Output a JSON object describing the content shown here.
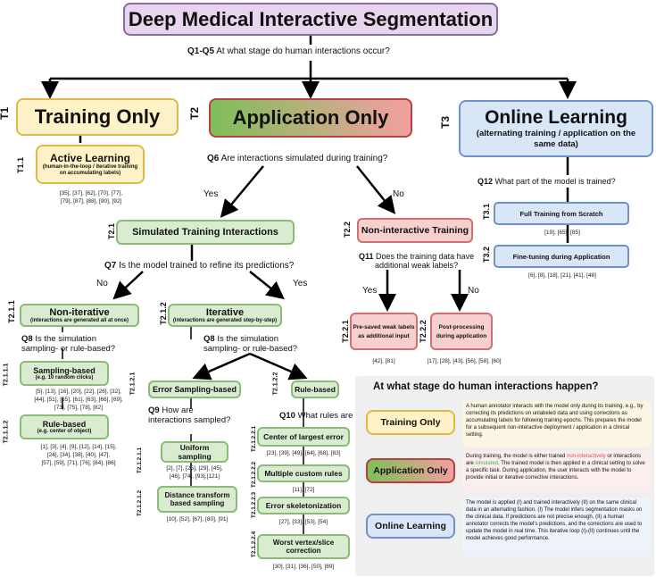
{
  "title": "Deep Medical Interactive Segmentation",
  "questions": {
    "q1": {
      "id": "Q1-Q5",
      "text": "At what stage do human interactions occur?"
    },
    "q6": {
      "id": "Q6",
      "text": "Are interactions simulated during training?"
    },
    "q7": {
      "id": "Q7",
      "text": "Is the model trained to refine its predictions?"
    },
    "q8a": {
      "id": "Q8",
      "line1": "Is the simulation",
      "line2": "sampling- or rule-based?"
    },
    "q8b": {
      "id": "Q8",
      "line1": "Is the simulation",
      "line2": "sampling- or rule-based?"
    },
    "q9": {
      "id": "Q9",
      "line1": "How are",
      "line2": "interactions sampled?"
    },
    "q10": {
      "id": "Q10",
      "text": "What rules are used?"
    },
    "q11": {
      "id": "Q11",
      "line1": "Does the training data have",
      "line2": "additional weak labels?"
    },
    "q12": {
      "id": "Q12",
      "text": "What part of the model is trained?"
    }
  },
  "answers": {
    "yes1": "Yes",
    "no1": "No",
    "no2": "No",
    "yes2": "Yes",
    "yes3": "Yes",
    "no3": "No"
  },
  "tiers": {
    "t1": {
      "id": "T1",
      "label": "Training Only"
    },
    "t2": {
      "id": "T2",
      "label": "Application Only"
    },
    "t3": {
      "id": "T3",
      "label": "Online Learning",
      "sub": "(alternating training / application on the same data)"
    },
    "t11": {
      "id": "T1.1",
      "label": "Active Learning",
      "sub": "(human-in-the-loop / iterative training on accumulating labels)",
      "refs1": "[35], [37], [62], [70], [77],",
      "refs2": "[79], [87], [88], [90], [92]"
    },
    "t21": {
      "id": "T2.1",
      "label": "Simulated Training Interactions"
    },
    "t22": {
      "id": "T2.2",
      "label": "Non-interactive Training"
    },
    "t31": {
      "id": "T3.1",
      "label": "Full Training from Scratch",
      "refs": "[19], [65], [85]"
    },
    "t32": {
      "id": "T3.2",
      "label": "Fine-tuning during Application",
      "refs": "[6], [8], [18], [21], [41], [48]"
    },
    "t211": {
      "id": "T2.1.1",
      "label": "Non-iterative",
      "sub": "(interactions are generated all at once)"
    },
    "t212": {
      "id": "T2.1.2",
      "label": "Iterative",
      "sub": "(interactions are generated step-by-step)"
    },
    "t2111": {
      "id": "T2.1.1.1",
      "label": "Sampling-based",
      "sub": "(e.g. 10 random clicks)",
      "refs": [
        "[5], [13], [16], [20], [22], [26], [32],",
        "[44], [51], [55], [61], [63], [66], [69],",
        "[73], [75], [78], [82]"
      ]
    },
    "t2112": {
      "id": "T2.1.1.2",
      "label": "Rule-based",
      "sub": "(e.g. center of object)",
      "refs": [
        "[1], [3], [4], [9], [12], [14], [15],",
        "[24], [34], [38], [40], [47],",
        "[57], [59], [71], [76], [84], [86]"
      ]
    },
    "t2121": {
      "id": "T2.1.2.1",
      "label": "Error Sampling-based"
    },
    "t2122": {
      "id": "T2.1.2.2",
      "label": "Rule-based"
    },
    "t21211": {
      "id": "T2.1.2.1.1",
      "label": "Uniform sampling",
      "refs": [
        "[2], [7], [25], [29], [45],",
        "[46], [74], [93],[121]"
      ]
    },
    "t21212": {
      "id": "T2.1.2.1.2",
      "label": "Distance transform based sampling",
      "l1": "Distance transform",
      "l2": "based sampling",
      "refs": [
        "[10], [52], [67], [80], [91]"
      ]
    },
    "t21221": {
      "id": "T2.1.2.2.1",
      "label": "Center of largest error",
      "refs": [
        "[23], [39], [49], [64], [68], [83]"
      ]
    },
    "t21222": {
      "id": "T2.1.2.2.2",
      "label": "Multiple custom rules",
      "refs": [
        "[11], [72]"
      ]
    },
    "t21223": {
      "id": "T2.1.2.2.3",
      "label": "Error skeletonization",
      "refs": [
        "[27], [33], [53], [54]"
      ]
    },
    "t21224": {
      "id": "T2.1.2.2.4",
      "l1": "Worst vertex/slice",
      "l2": "correction",
      "refs": [
        "[30], [31], [36], [50], [89]"
      ]
    },
    "t221": {
      "id": "T2.2.1",
      "l1": "Pre-saved weak labels",
      "l2": "as additional input",
      "refs": "[42], [81]"
    },
    "t222": {
      "id": "T2.2.2",
      "l1": "Post-processing",
      "l2": "during application",
      "refs": "[17], [28], [43], [56], [58], [60]"
    }
  },
  "legend": {
    "heading": "At what stage do human interactions happen?",
    "items": [
      {
        "label": "Training Only",
        "desc": "A human annotator interacts with the model only during its training, e.g., by correcting its predictions on unlabeled data and using corrections as accumulating labels for following training epochs. This prepares the model for a subsequent non-interactive deployment / application in a clinical setting."
      },
      {
        "label": "Application Only",
        "desc_a": "During training, the model is either trained ",
        "hl1": "non-interactively",
        "desc_b": " or interactions are ",
        "hl2": "simulated",
        "desc_c": ". The trained model is then applied in a clinical setting to solve a specific task. During application, the user interacts with the model to provide initial or iterative corrective interactions."
      },
      {
        "label": "Online Learning",
        "desc": "The model is applied (I) and trained interactively (II) on the same clinical data in an alternating fashion. (I) The model infers segmentation masks on the clinical data. If predictions are not precise enough, (II) a human annotator corrects the model's predictions, and the corrections are used to update the model in real time. This iterative loop (I)-(II) continues until the model achieves good performance."
      }
    ]
  },
  "colors": {
    "purple": "#e6d5ec",
    "yellow": "#fff2c6",
    "green": "#d9ecd0",
    "red": "#f8cfcf",
    "blue": "#d9e6f7"
  }
}
